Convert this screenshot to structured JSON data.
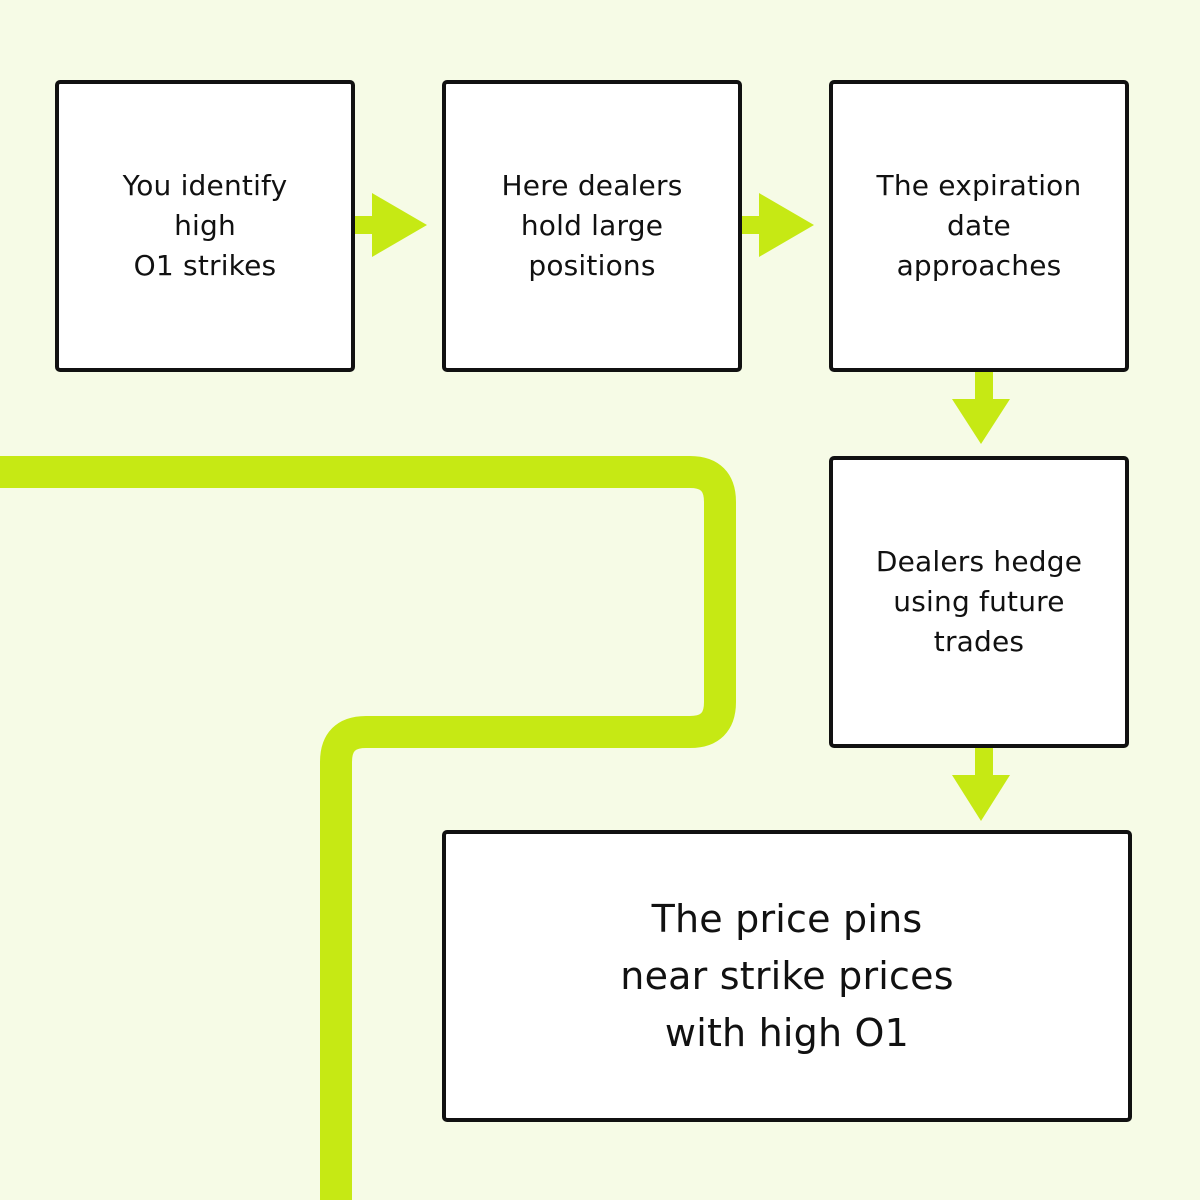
{
  "colors": {
    "background": "#f6fbe6",
    "accent": "#c6e914",
    "box_border": "#111111",
    "box_fill": "#ffffff"
  },
  "steps": [
    {
      "text": "You identify\nhigh\nO1 strikes"
    },
    {
      "text": "Here dealers\nhold large\npositions"
    },
    {
      "text": "The expiration\ndate\napproaches"
    },
    {
      "text": "Dealers hedge\nusing future\ntrades"
    },
    {
      "text": "The price pins\nnear strike prices\nwith high O1"
    }
  ],
  "connectors": [
    {
      "from": 1,
      "to": 2,
      "direction": "right"
    },
    {
      "from": 2,
      "to": 3,
      "direction": "right"
    },
    {
      "from": 3,
      "to": 4,
      "direction": "down"
    },
    {
      "from": 4,
      "to": 5,
      "direction": "down"
    }
  ]
}
